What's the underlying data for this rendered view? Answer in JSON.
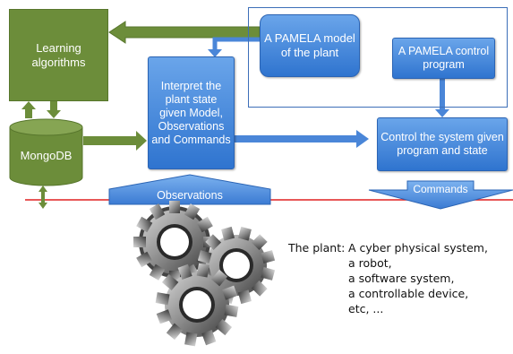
{
  "boxes": {
    "learning": "Learning algorithms",
    "mongodb": "MongoDB",
    "interpret": "Interpret the plant state given Model, Observations and Commands",
    "pamela_model": "A PAMELA model of the plant",
    "pamela_control": "A PAMELA control program",
    "control": "Control the system given program and state"
  },
  "arrows": {
    "observations": "Observations",
    "commands": "Commands"
  },
  "plant": {
    "label": "The plant:",
    "items": [
      "A cyber physical system,",
      "a robot,",
      "a software system,",
      "a controllable device,",
      "etc, ..."
    ]
  },
  "colors": {
    "blue_box": "#3f82d9",
    "green_box": "#6c8d3a",
    "red_line": "#e02020",
    "gears": "#8a8a8a"
  },
  "icons": [
    "gears-icon"
  ]
}
